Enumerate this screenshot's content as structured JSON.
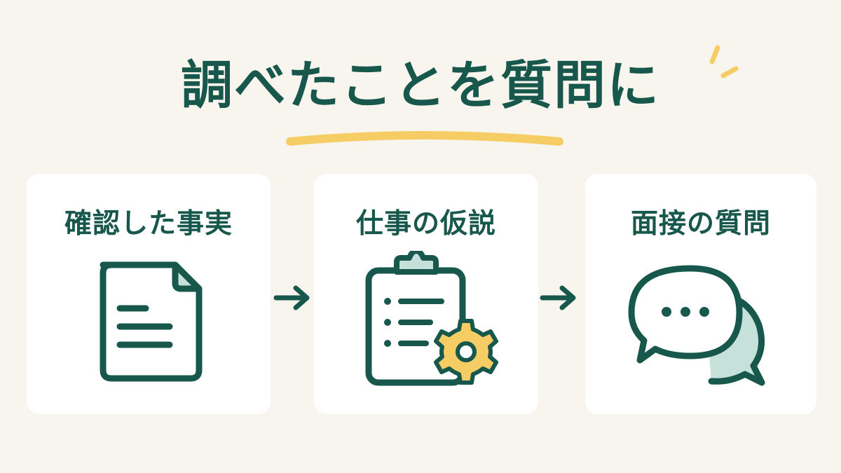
{
  "title": "調べたことを質問に",
  "steps": [
    {
      "label": "確認した事実",
      "icon": "document-icon"
    },
    {
      "label": "仕事の仮説",
      "icon": "clipboard-gear-icon"
    },
    {
      "label": "面接の質問",
      "icon": "chat-bubbles-icon"
    }
  ],
  "colors": {
    "primary": "#17574c",
    "accent": "#f6cd64",
    "light_accent": "#c6e1d9",
    "background": "#f8f5ee",
    "card": "#ffffff"
  }
}
